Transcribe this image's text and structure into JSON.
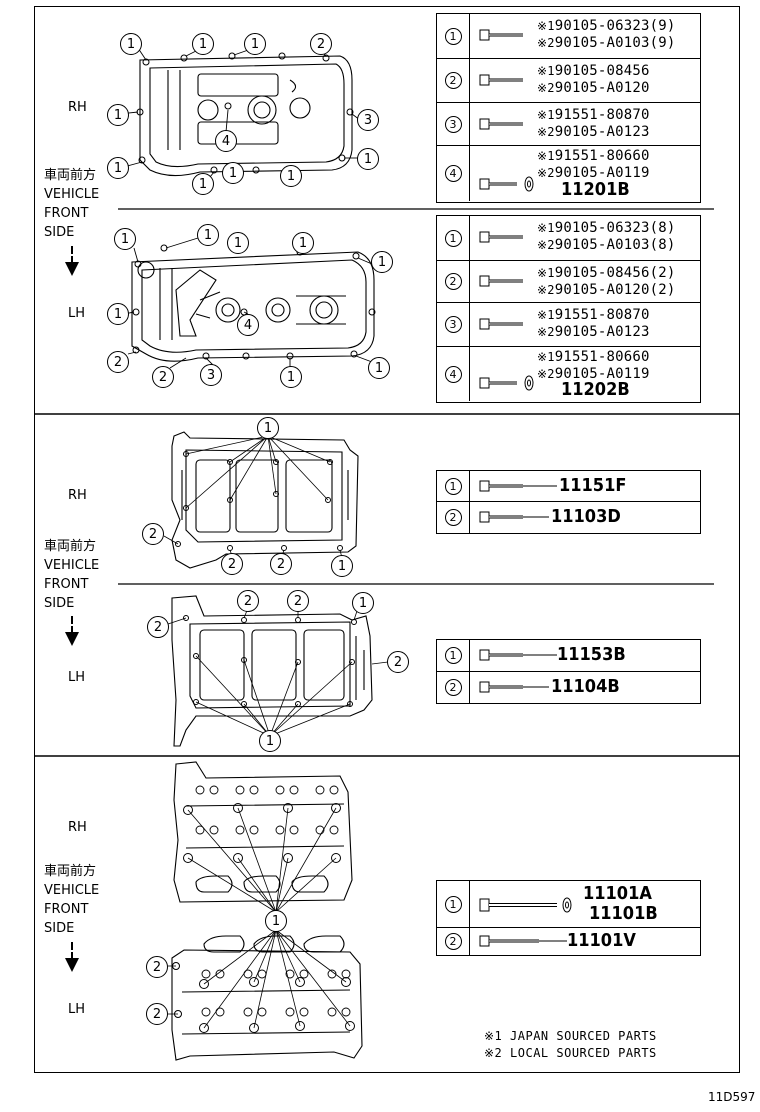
{
  "image_code": "11D597",
  "labels": {
    "rh": "RH",
    "lh": "LH",
    "vehicle_front": [
      "車両前方",
      "VEHICLE",
      "FRONT",
      "SIDE"
    ]
  },
  "section1": {
    "rh_table": [
      {
        "num": "1",
        "line1_mark": "※1",
        "line1": "90105-06323(9)",
        "line2_mark": "※2",
        "line2": "90105-A0103(9)"
      },
      {
        "num": "2",
        "line1_mark": "※1",
        "line1": "90105-08456",
        "line2_mark": "※2",
        "line2": "90105-A0120"
      },
      {
        "num": "3",
        "line1_mark": "※1",
        "line1": "91551-80870",
        "line2_mark": "※2",
        "line2": "90105-A0123"
      },
      {
        "num": "4",
        "line1_mark": "※1",
        "line1": "91551-80660",
        "line2_mark": "※2",
        "line2": "90105-A0119",
        "ref": "11201B"
      }
    ],
    "lh_table": [
      {
        "num": "1",
        "line1_mark": "※1",
        "line1": "90105-06323(8)",
        "line2_mark": "※2",
        "line2": "90105-A0103(8)"
      },
      {
        "num": "2",
        "line1_mark": "※1",
        "line1": "90105-08456(2)",
        "line2_mark": "※2",
        "line2": "90105-A0120(2)"
      },
      {
        "num": "3",
        "line1_mark": "※1",
        "line1": "91551-80870",
        "line2_mark": "※2",
        "line2": "90105-A0123"
      },
      {
        "num": "4",
        "line1_mark": "※1",
        "line1": "91551-80660",
        "line2_mark": "※2",
        "line2": "90105-A0119",
        "ref": "11202B"
      }
    ]
  },
  "section2": {
    "rh_table": [
      {
        "num": "1",
        "ref": "11151F"
      },
      {
        "num": "2",
        "ref": "11103D"
      }
    ],
    "lh_table": [
      {
        "num": "1",
        "ref": "11153B"
      },
      {
        "num": "2",
        "ref": "11104B"
      }
    ]
  },
  "section3": {
    "table": [
      {
        "num": "1",
        "ref": "11101A",
        "ref2": "11101B"
      },
      {
        "num": "2",
        "ref": "11101V"
      }
    ],
    "footnotes": [
      {
        "mark": "※1",
        "text": "JAPAN SOURCED PARTS"
      },
      {
        "mark": "※2",
        "text": "LOCAL SOURCED PARTS"
      }
    ]
  },
  "callouts": {
    "s1_rh": [
      "1",
      "1",
      "1",
      "2",
      "1",
      "3",
      "1",
      "1",
      "1",
      "1",
      "1",
      "4"
    ],
    "s1_lh": [
      "1",
      "1",
      "1",
      "1",
      "1",
      "1",
      "4",
      "2",
      "2",
      "3",
      "1",
      "1"
    ],
    "s2_rh": [
      "1",
      "2",
      "2",
      "2",
      "1"
    ],
    "s2_lh": [
      "2",
      "2",
      "1",
      "2",
      "1"
    ],
    "s3": [
      "1",
      "2",
      "2"
    ]
  }
}
